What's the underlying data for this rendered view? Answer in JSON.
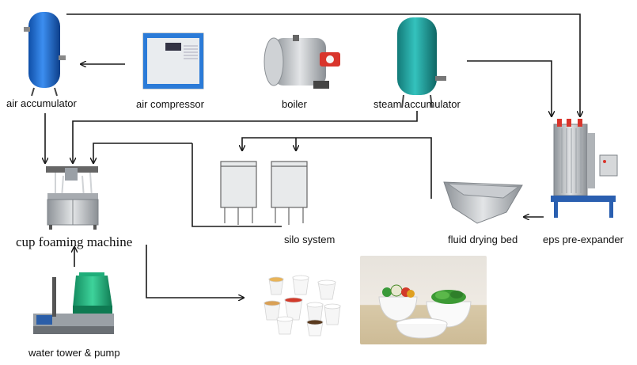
{
  "nodes": {
    "air_accumulator": "air accumulator",
    "air_compressor": "air compressor",
    "boiler": "boiler",
    "steam_accumulator": "steam accumulator",
    "cup_foaming_machine": "cup foaming machine",
    "silo_system": "silo system",
    "fluid_drying_bed": "fluid drying bed",
    "eps_pre_expander": "eps pre-expander",
    "water_tower_pump": "water tower & pump"
  },
  "colors": {
    "line": "#1a1a1a",
    "tank_blue": "#1f6fd1",
    "tank_teal": "#1fa8a4",
    "compressor_blue": "#2b7bd8",
    "boiler_red": "#d9352c",
    "tower_green": "#1fae7a",
    "steel": "#b9bcc0"
  }
}
